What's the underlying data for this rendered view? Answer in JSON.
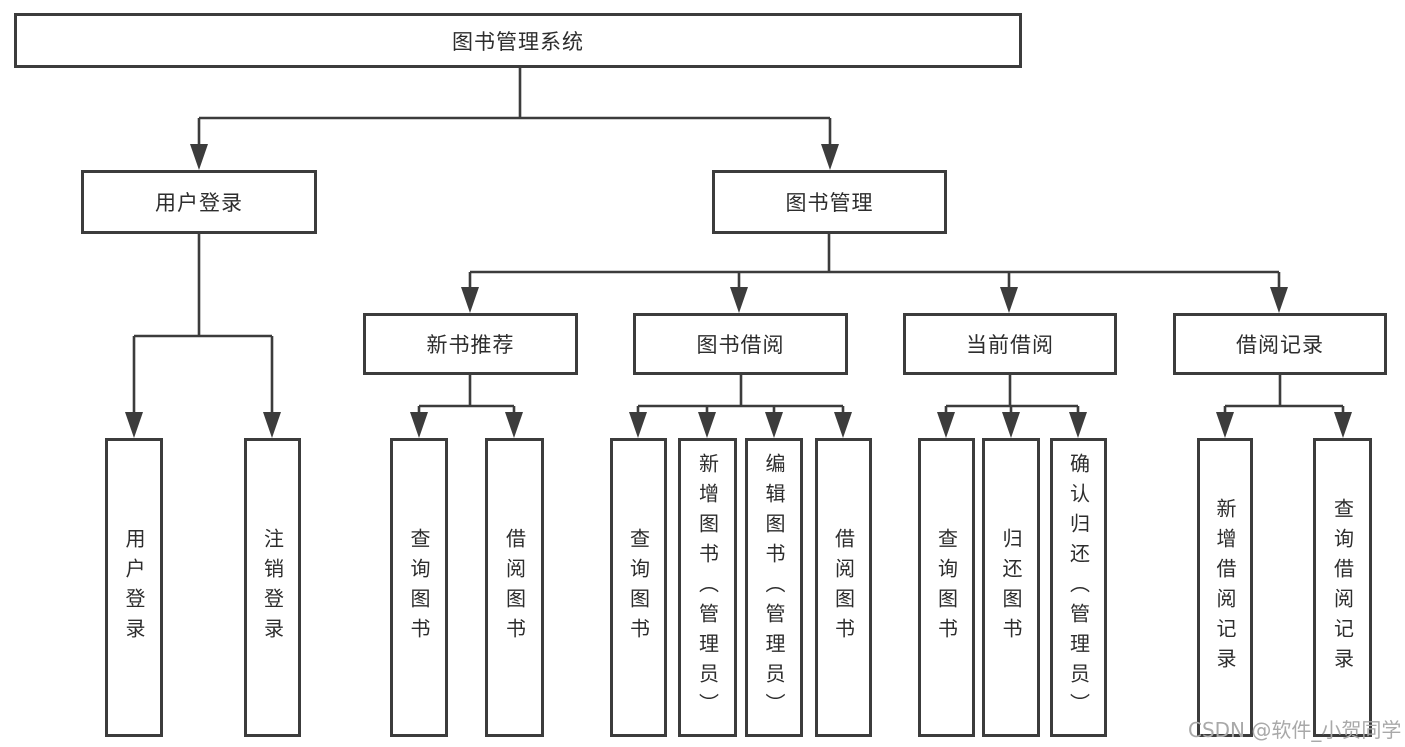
{
  "diagram": {
    "type": "hierarchy-tree",
    "tree": {
      "root": {
        "label": "图书管理系统"
      },
      "branches": [
        {
          "label": "用户登录",
          "children": [
            {
              "label": "用户登录"
            },
            {
              "label": "注销登录"
            }
          ]
        },
        {
          "label": "图书管理",
          "children": [
            {
              "label": "新书推荐",
              "children": [
                {
                  "label": "查询图书"
                },
                {
                  "label": "借阅图书"
                }
              ]
            },
            {
              "label": "图书借阅",
              "children": [
                {
                  "label": "查询图书"
                },
                {
                  "label": "新增图书（管理员）"
                },
                {
                  "label": "编辑图书（管理员）"
                },
                {
                  "label": "借阅图书"
                }
              ]
            },
            {
              "label": "当前借阅",
              "children": [
                {
                  "label": "查询图书"
                },
                {
                  "label": "归还图书"
                },
                {
                  "label": "确认归还（管理员）"
                }
              ]
            },
            {
              "label": "借阅记录",
              "children": [
                {
                  "label": "新增借阅记录"
                },
                {
                  "label": "查询借阅记录"
                }
              ]
            }
          ]
        }
      ]
    },
    "watermark": "CSDN @软件_小贺同学",
    "colors": {
      "line": "#3c3c3c",
      "text": "#2d2d2d",
      "watermark": "#a9a9a9",
      "background": "#ffffff"
    }
  }
}
